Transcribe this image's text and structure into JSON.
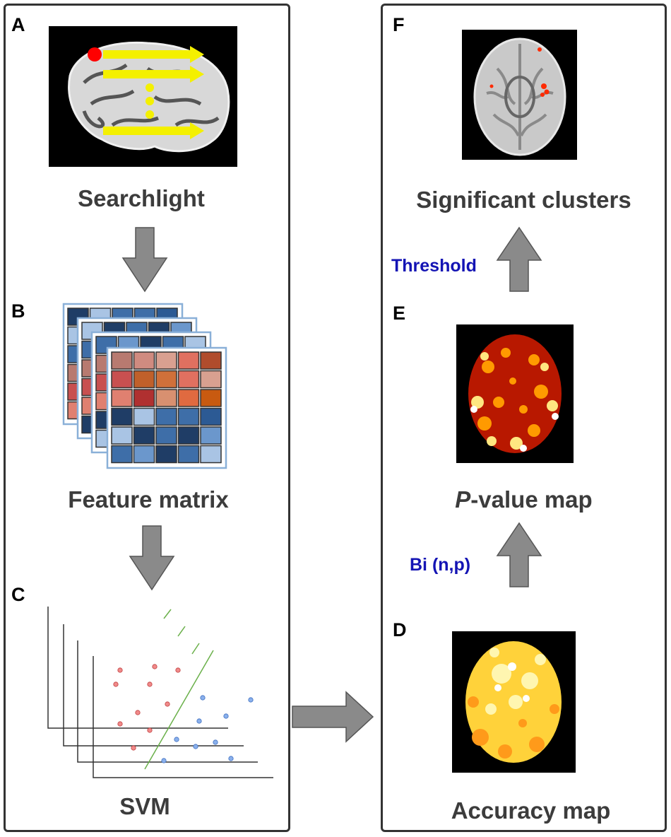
{
  "left_panel": {
    "A": {
      "letter": "A",
      "caption": "Searchlight"
    },
    "B": {
      "letter": "B",
      "caption": "Feature matrix"
    },
    "C": {
      "letter": "C",
      "caption": "SVM"
    }
  },
  "right_panel": {
    "F": {
      "letter": "F",
      "caption": "Significant clusters"
    },
    "E": {
      "letter": "E",
      "caption_italic": "P",
      "caption_rest": "-value map"
    },
    "D": {
      "letter": "D",
      "caption": "Accuracy map"
    }
  },
  "annotations": {
    "threshold": "Threshold",
    "binomial": "Bi (n,p)"
  },
  "colors": {
    "arrow_gray": "#8a8a8a",
    "searchlight_arrow": "#f4f000",
    "searchlight_dot": "#ff0000",
    "red_points": "#e06a6a",
    "blue_points": "#6a9ae0",
    "svm_line": "#6ab04a",
    "label_blue": "#1414b4"
  }
}
